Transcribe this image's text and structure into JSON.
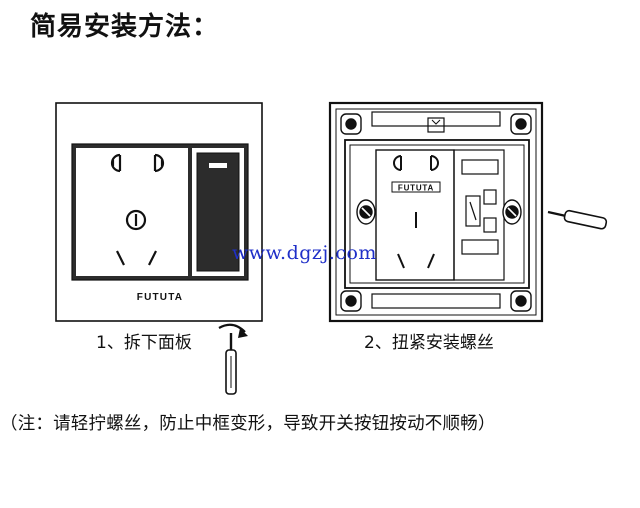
{
  "title": "简易安装方法：",
  "step1": {
    "caption": "1、拆下面板"
  },
  "step2": {
    "caption": "2、扭紧安装螺丝"
  },
  "brand": "FUTUTA",
  "watermark": "www.dgzj.com",
  "note": "（注：请轻拧螺丝，防止中框变形，导致开关按钮按动不顺畅）"
}
